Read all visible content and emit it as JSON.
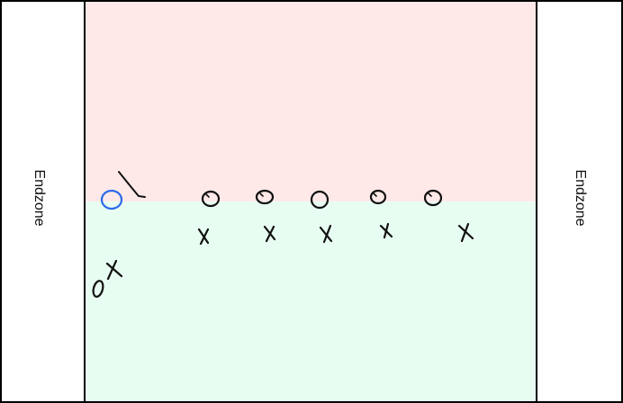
{
  "field": {
    "left_endzone_label": "Endzone",
    "right_endzone_label": "Endzone"
  },
  "colors": {
    "upper_half": "#ffe8e8",
    "lower_half": "#e8fdf2",
    "endzone": "#ffffff",
    "lines": "#000000",
    "ink": "#111111",
    "highlight_player": "#2a6ae8"
  },
  "legend_markers": {
    "circle": "O",
    "cross": "X"
  }
}
